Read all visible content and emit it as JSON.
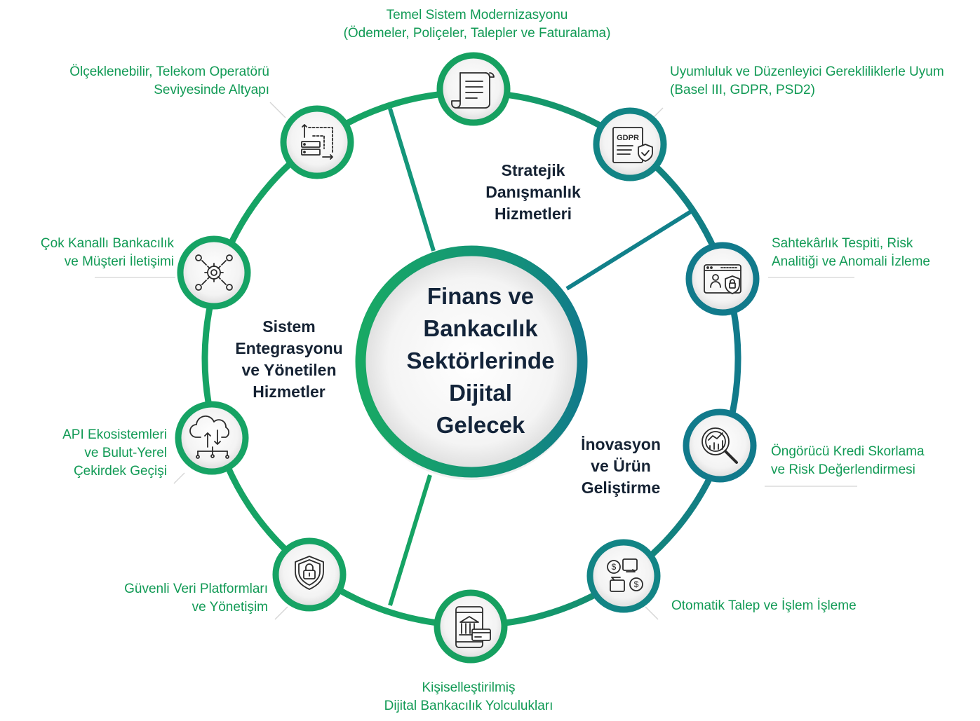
{
  "colors": {
    "green": "#16a364",
    "teal": "#117a8b",
    "label_green": "#119a55",
    "dark_text": "#13243a"
  },
  "center": {
    "line1": "Finans ve",
    "line2": "Bankacılık",
    "line3": "Sektörlerinde",
    "line4": "Dijital",
    "line5": "Gelecek"
  },
  "segments": {
    "strategic": {
      "line1": "Stratejik",
      "line2": "Danışmanlık",
      "line3": "Hizmetleri"
    },
    "innovation": {
      "line1": "İnovasyon",
      "line2": "ve Ürün",
      "line3": "Geliştirme"
    },
    "integration": {
      "line1": "Sistem",
      "line2": "Entegrasyonu",
      "line3": "ve Yönetilen",
      "line4": "Hizmetler"
    }
  },
  "nodes": [
    {
      "icon": "document-scroll-icon",
      "line1": "Temel Sistem Modernizasyonu",
      "line2": "(Ödemeler, Poliçeler, Talepler ve Faturalama)"
    },
    {
      "icon": "gdpr-shield-icon",
      "line1": "Uyumluluk ve Düzenleyici Gerekliliklerle Uyum",
      "line2": "(Basel III, GDPR, PSD2)"
    },
    {
      "icon": "fraud-detection-icon",
      "line1": "Sahtekârlık Tespiti, Risk",
      "line2": "Analitiği ve Anomali İzleme"
    },
    {
      "icon": "magnifier-chart-icon",
      "line1": "Öngörücü Kredi Skorlama",
      "line2": "ve Risk Değerlendirmesi"
    },
    {
      "icon": "dollar-exchange-icon",
      "line1": "Otomatik Talep ve İşlem İşleme",
      "line2": ""
    },
    {
      "icon": "mobile-bank-icon",
      "line1": "Kişiselleştirilmiş",
      "line2": "Dijital Bankacılık Yolculukları"
    },
    {
      "icon": "security-lock-shield-icon",
      "line1": "Güvenli Veri Platformları",
      "line2": "ve Yönetişim"
    },
    {
      "icon": "cloud-migration-icon",
      "line1": "API Ekosistemleri",
      "line2": "ve Bulut-Yerel",
      "line3": "Çekirdek Geçişi"
    },
    {
      "icon": "omnichannel-gear-icon",
      "line1": "Çok Kanallı Bankacılık",
      "line2": "ve Müşteri İletişimi"
    },
    {
      "icon": "server-scaling-icon",
      "line1": "Ölçeklenebilir, Telekom Operatörü",
      "line2": "Seviyesinde Altyapı"
    }
  ]
}
